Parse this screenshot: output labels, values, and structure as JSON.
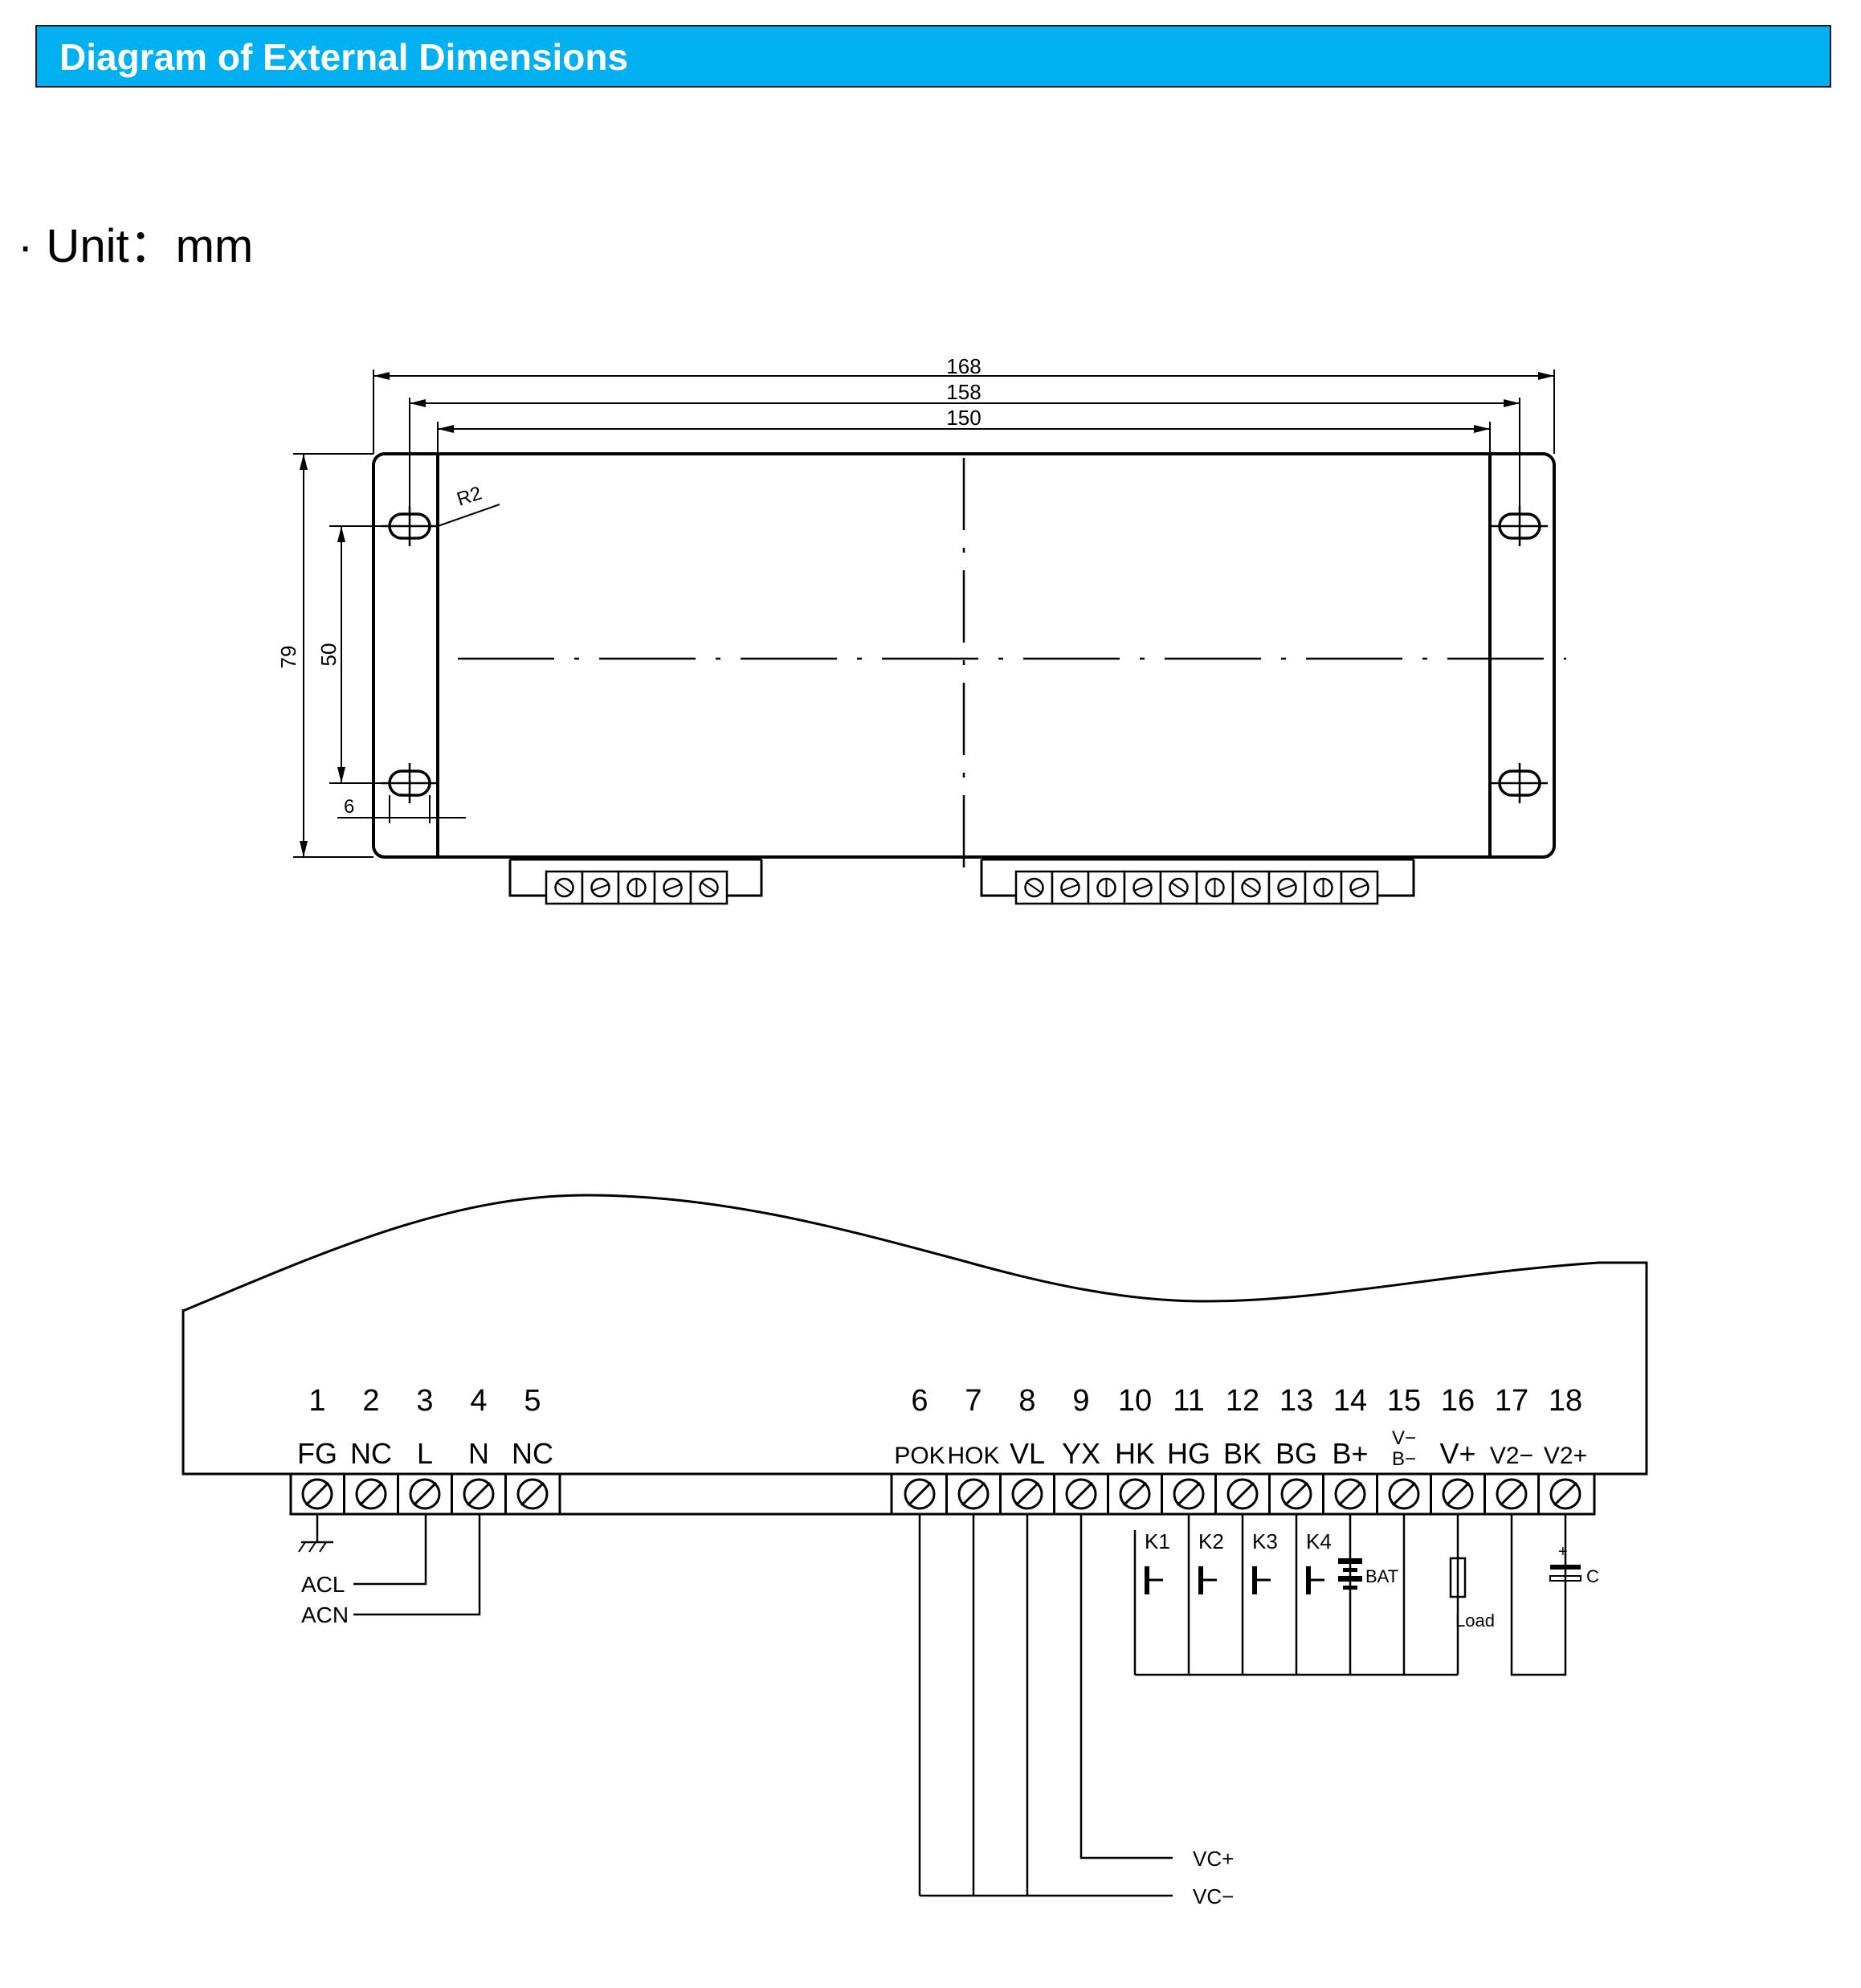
{
  "header": {
    "title": "Diagram of External Dimensions"
  },
  "unit": {
    "text": "· Unit：mm"
  },
  "dimensions": {
    "width_outer": "168",
    "width_holes": "158",
    "width_inner": "150",
    "height_outer": "79",
    "height_holes": "50",
    "edge_offset": "6",
    "radius": "R2"
  },
  "terminals_left": [
    {
      "num": "1",
      "label": "FG"
    },
    {
      "num": "2",
      "label": "NC"
    },
    {
      "num": "3",
      "label": "L"
    },
    {
      "num": "4",
      "label": "N"
    },
    {
      "num": "5",
      "label": "NC"
    }
  ],
  "terminals_right": [
    {
      "num": "6",
      "label": "POK"
    },
    {
      "num": "7",
      "label": "HOK"
    },
    {
      "num": "8",
      "label": "VL"
    },
    {
      "num": "9",
      "label": "YX"
    },
    {
      "num": "10",
      "label": "HK"
    },
    {
      "num": "11",
      "label": "HG"
    },
    {
      "num": "12",
      "label": "BK"
    },
    {
      "num": "13",
      "label": "BG"
    },
    {
      "num": "14",
      "label": "B+"
    },
    {
      "num": "15",
      "label": "V−",
      "label2": "B−"
    },
    {
      "num": "16",
      "label": "V+"
    },
    {
      "num": "17",
      "label": "V2−"
    },
    {
      "num": "18",
      "label": "V2+"
    }
  ],
  "wires": {
    "acl": "ACL",
    "acn": "ACN",
    "vc_plus": "VC+",
    "vc_minus": "VC−"
  },
  "components": {
    "k1": "K1",
    "k2": "K2",
    "k3": "K3",
    "k4": "K4",
    "bat": "BAT",
    "load": "Load",
    "cap": "C",
    "cap_plus": "+"
  }
}
